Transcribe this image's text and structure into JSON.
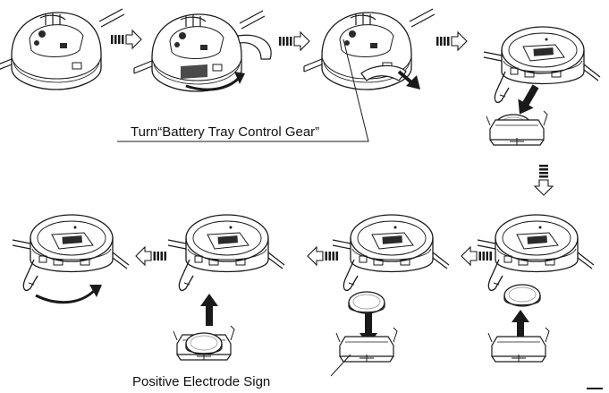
{
  "labels": {
    "battery_tray_gear": "Turn“Battery Tray Control Gear”",
    "positive_sign": "Positive Electrode Sign"
  },
  "colors": {
    "stroke": "#1a1a1a",
    "fill": "#ffffff",
    "dark": "#2a2a2a",
    "mid": "#888888",
    "background": "#ffffff"
  },
  "steps": [
    {
      "id": 1,
      "view": "bottom",
      "action": "start"
    },
    {
      "id": 2,
      "view": "bottom",
      "action": "open-gear"
    },
    {
      "id": 3,
      "view": "bottom",
      "action": "slide-tray-out"
    },
    {
      "id": 4,
      "view": "top",
      "action": "remove-battery"
    },
    {
      "id": 5,
      "view": "top",
      "action": "insert-new-battery"
    },
    {
      "id": 6,
      "view": "top",
      "action": "place-battery-in-tray"
    },
    {
      "id": 7,
      "view": "top",
      "action": "insert-tray"
    },
    {
      "id": 8,
      "view": "top",
      "action": "close-gear"
    }
  ]
}
